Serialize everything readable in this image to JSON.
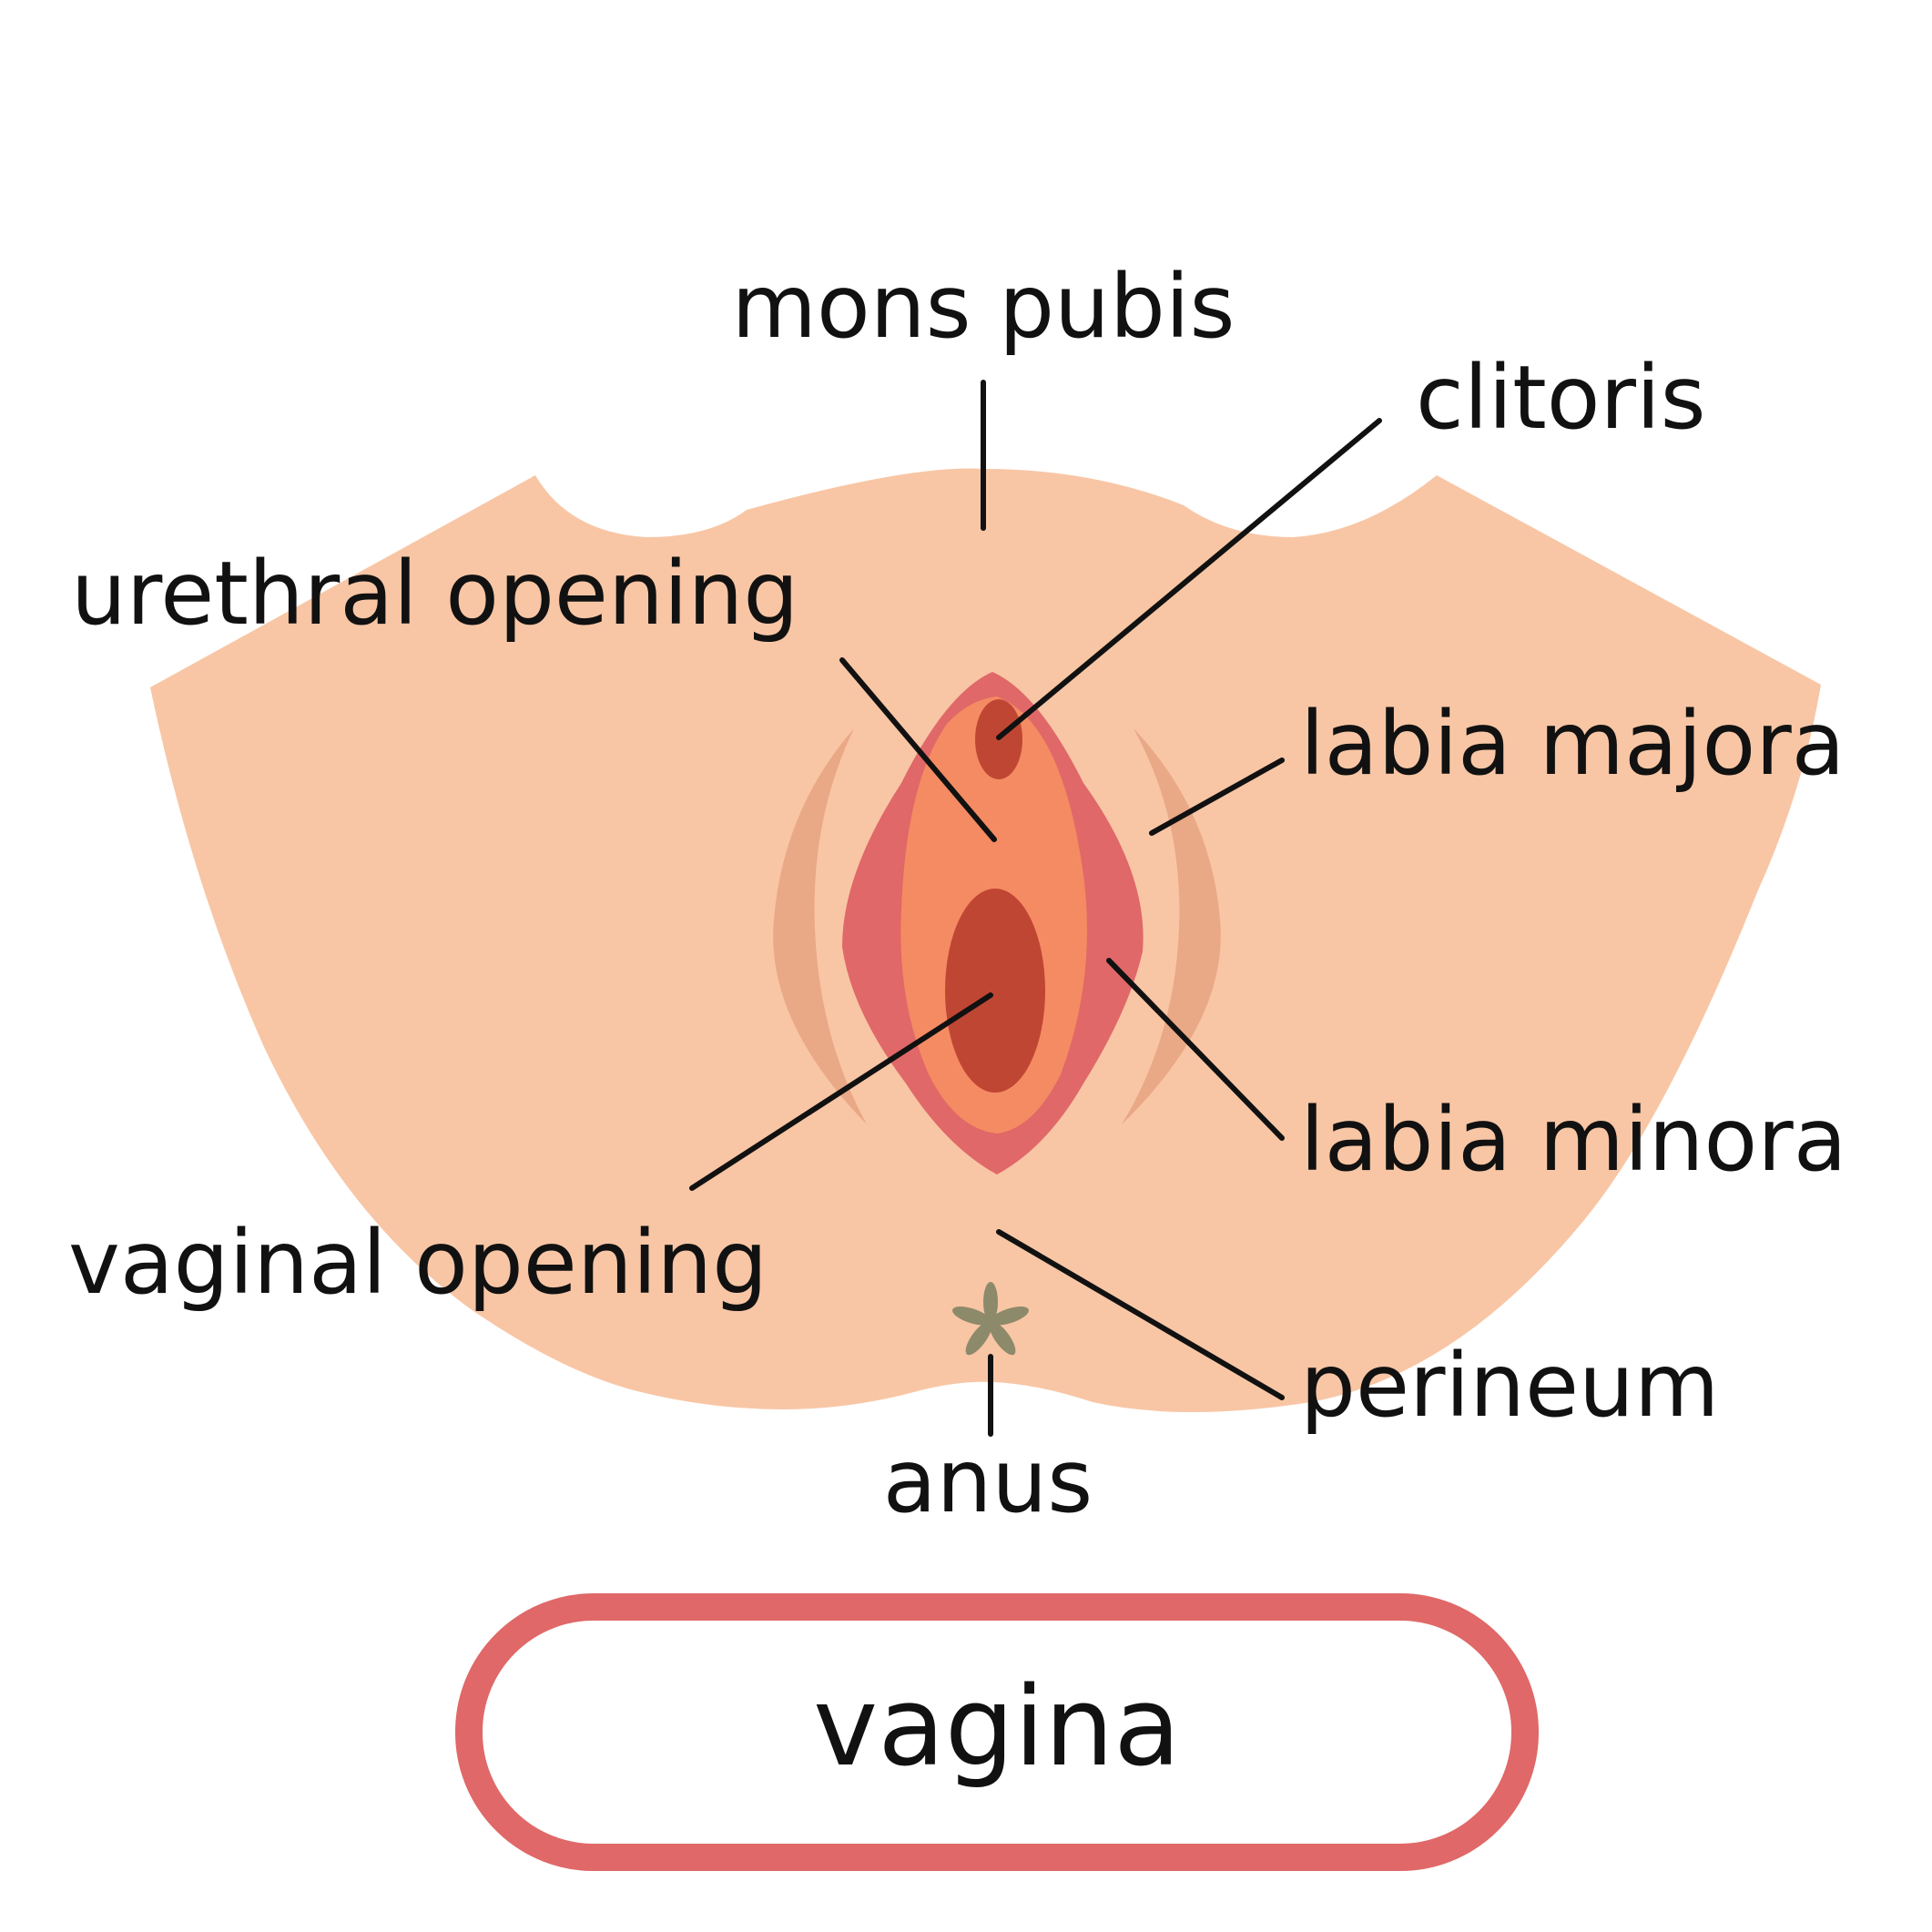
{
  "title": "vagina",
  "labels": {
    "mons_pubis": "mons pubis",
    "clitoris": "clitoris",
    "urethral_opening": "urethral opening",
    "labia_majora": "labia majora",
    "labia_minora": "labia minora",
    "vaginal_opening": "vaginal opening",
    "perineum": "perineum",
    "anus": "anus"
  },
  "colors": {
    "skin": "#f8c6a5",
    "outer_fold": "#e9a886",
    "labia_minora": "#e06868",
    "vestibule": "#f58b62",
    "opening": "#c04634",
    "anus": "#8c8a6a",
    "badge_border": "#e06868",
    "text": "#111111"
  }
}
